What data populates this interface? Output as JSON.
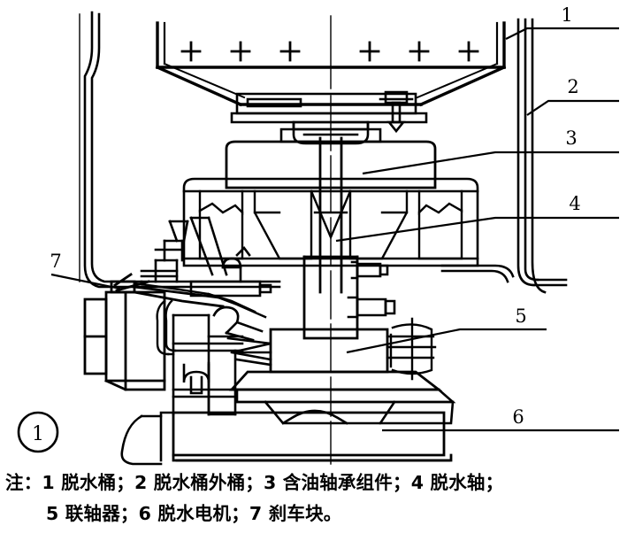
{
  "figure": {
    "figure_number": "1",
    "title_caption_prefix": "注：",
    "callouts": [
      {
        "id": "1",
        "label": "1"
      },
      {
        "id": "2",
        "label": "2"
      },
      {
        "id": "3",
        "label": "3"
      },
      {
        "id": "4",
        "label": "4"
      },
      {
        "id": "5",
        "label": "5"
      },
      {
        "id": "6",
        "label": "6"
      },
      {
        "id": "7",
        "label": "7"
      }
    ],
    "legend_items": [
      {
        "num": "1",
        "name": "脱水桶"
      },
      {
        "num": "2",
        "name": "脱水桶外桶"
      },
      {
        "num": "3",
        "name": "含油轴承组件"
      },
      {
        "num": "4",
        "name": "脱水轴"
      },
      {
        "num": "5",
        "name": "联轴器"
      },
      {
        "num": "6",
        "name": "脱水电机"
      },
      {
        "num": "7",
        "name": "刹车块"
      }
    ],
    "caption_line_1": "注：1 脱水桶；2 脱水桶外桶；3 含油轴承组件；4 脱水轴；",
    "caption_line_2": "5 联轴器；6 脱水电机；7 刹车块。",
    "colors": {
      "ink": "#000000",
      "background": "#ffffff"
    },
    "drum_perforation_marks": 6
  }
}
